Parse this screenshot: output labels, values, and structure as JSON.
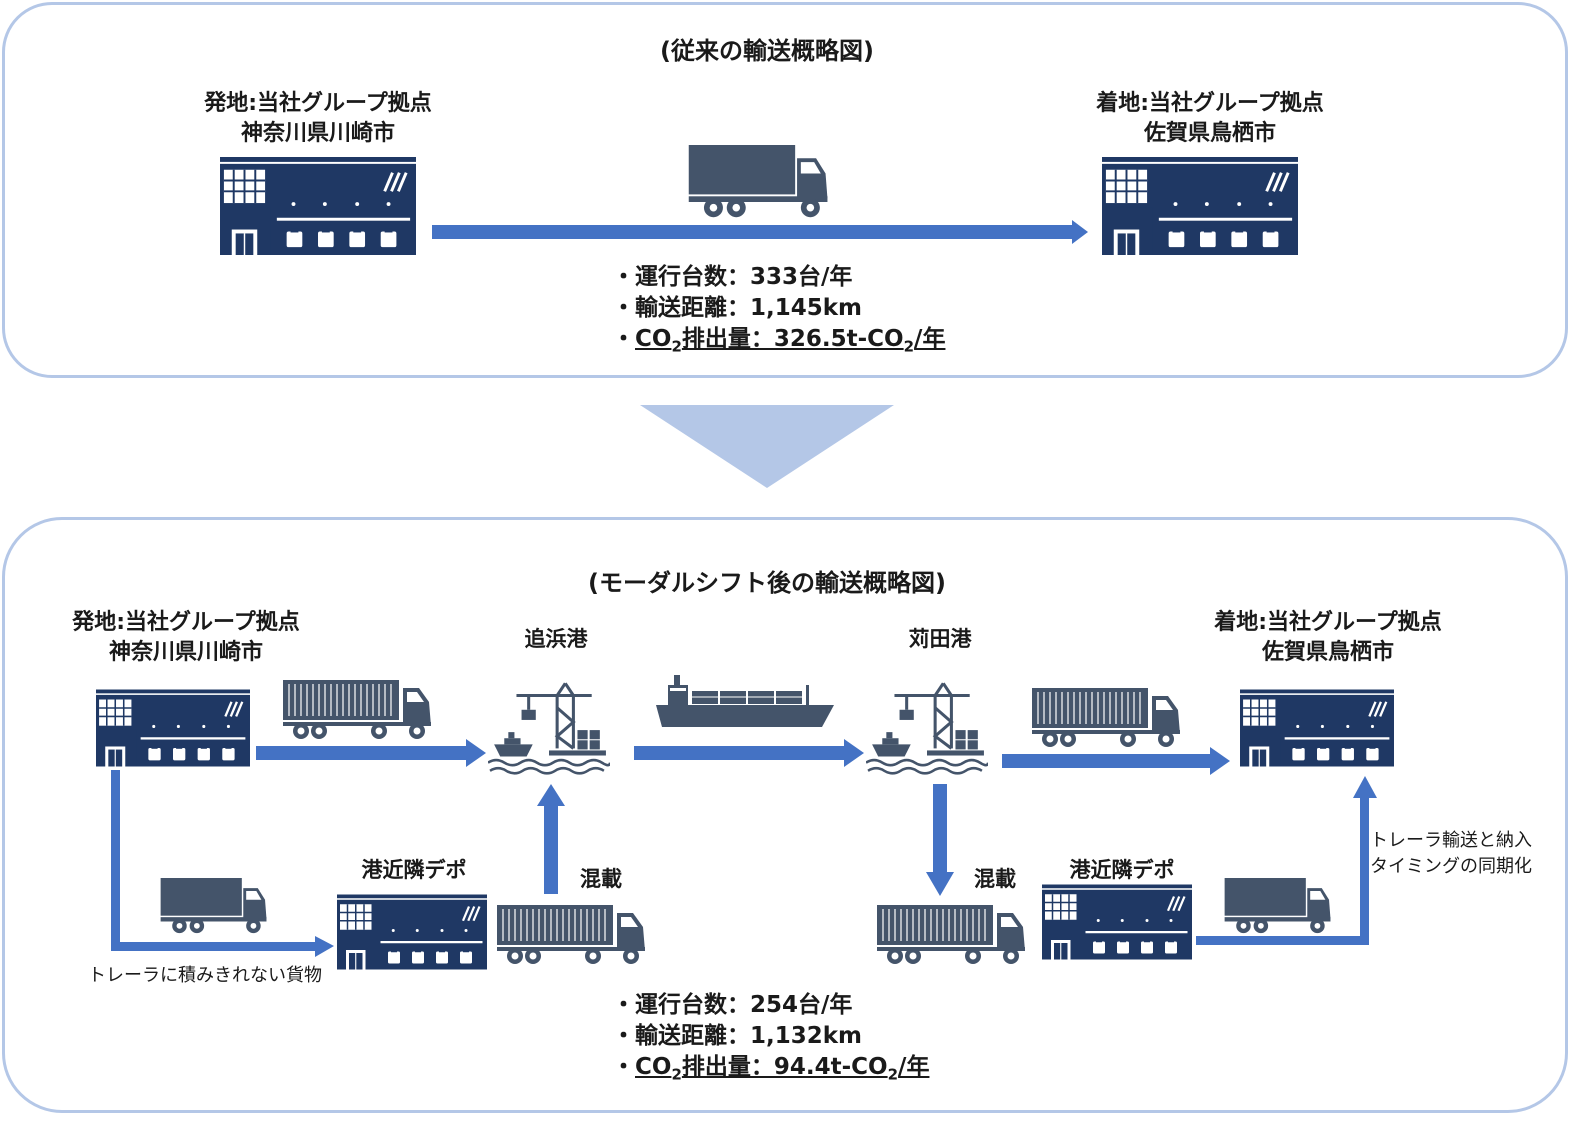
{
  "conventional": {
    "title": "(従来の輸送概略図)",
    "origin": {
      "line1": "発地:当社グループ拠点",
      "line2": "神奈川県川崎市"
    },
    "destination": {
      "line1": "着地:当社グループ拠点",
      "line2": "佐賀県鳥栖市"
    },
    "stats": {
      "trips": "・運行台数：333台/年",
      "distance": "・輸送距離：1,145km",
      "co2_prefix": "・",
      "co2_a": "CO",
      "co2_sub": "2",
      "co2_b": "排出量：326.5t-CO",
      "co2_sub2": "2",
      "co2_c": "/年"
    }
  },
  "modal_shift": {
    "title": "(モーダルシフト後の輸送概略図)",
    "origin": {
      "line1": "発地:当社グループ拠点",
      "line2": "神奈川県川崎市"
    },
    "destination": {
      "line1": "着地:当社グループ拠点",
      "line2": "佐賀県鳥栖市"
    },
    "port_origin": "追浜港",
    "port_destination": "苅田港",
    "depot_left": "港近隣デポ",
    "depot_right": "港近隣デポ",
    "consolidation_left": "混載",
    "consolidation_right": "混載",
    "note_overflow": "トレーラに積みきれない貨物",
    "note_sync_line1": "トレーラ輸送と納入",
    "note_sync_line2": "タイミングの同期化",
    "stats": {
      "trips": "・運行台数：254台/年",
      "distance": "・輸送距離：1,132km",
      "co2_prefix": "・",
      "co2_a": "CO",
      "co2_sub": "2",
      "co2_b": "排出量：94.4t-CO",
      "co2_sub2": "2",
      "co2_c": "/年"
    }
  },
  "colors": {
    "panel_border": "#b4c7e7",
    "arrow_blue": "#4472c4",
    "building_navy": "#1f3864",
    "vehicle_gray": "#44546a",
    "down_arrow": "#b4c7e7"
  },
  "icons": [
    "warehouse-icon",
    "truck-icon",
    "trailer-truck-icon",
    "container-ship-icon",
    "port-crane-icon"
  ]
}
